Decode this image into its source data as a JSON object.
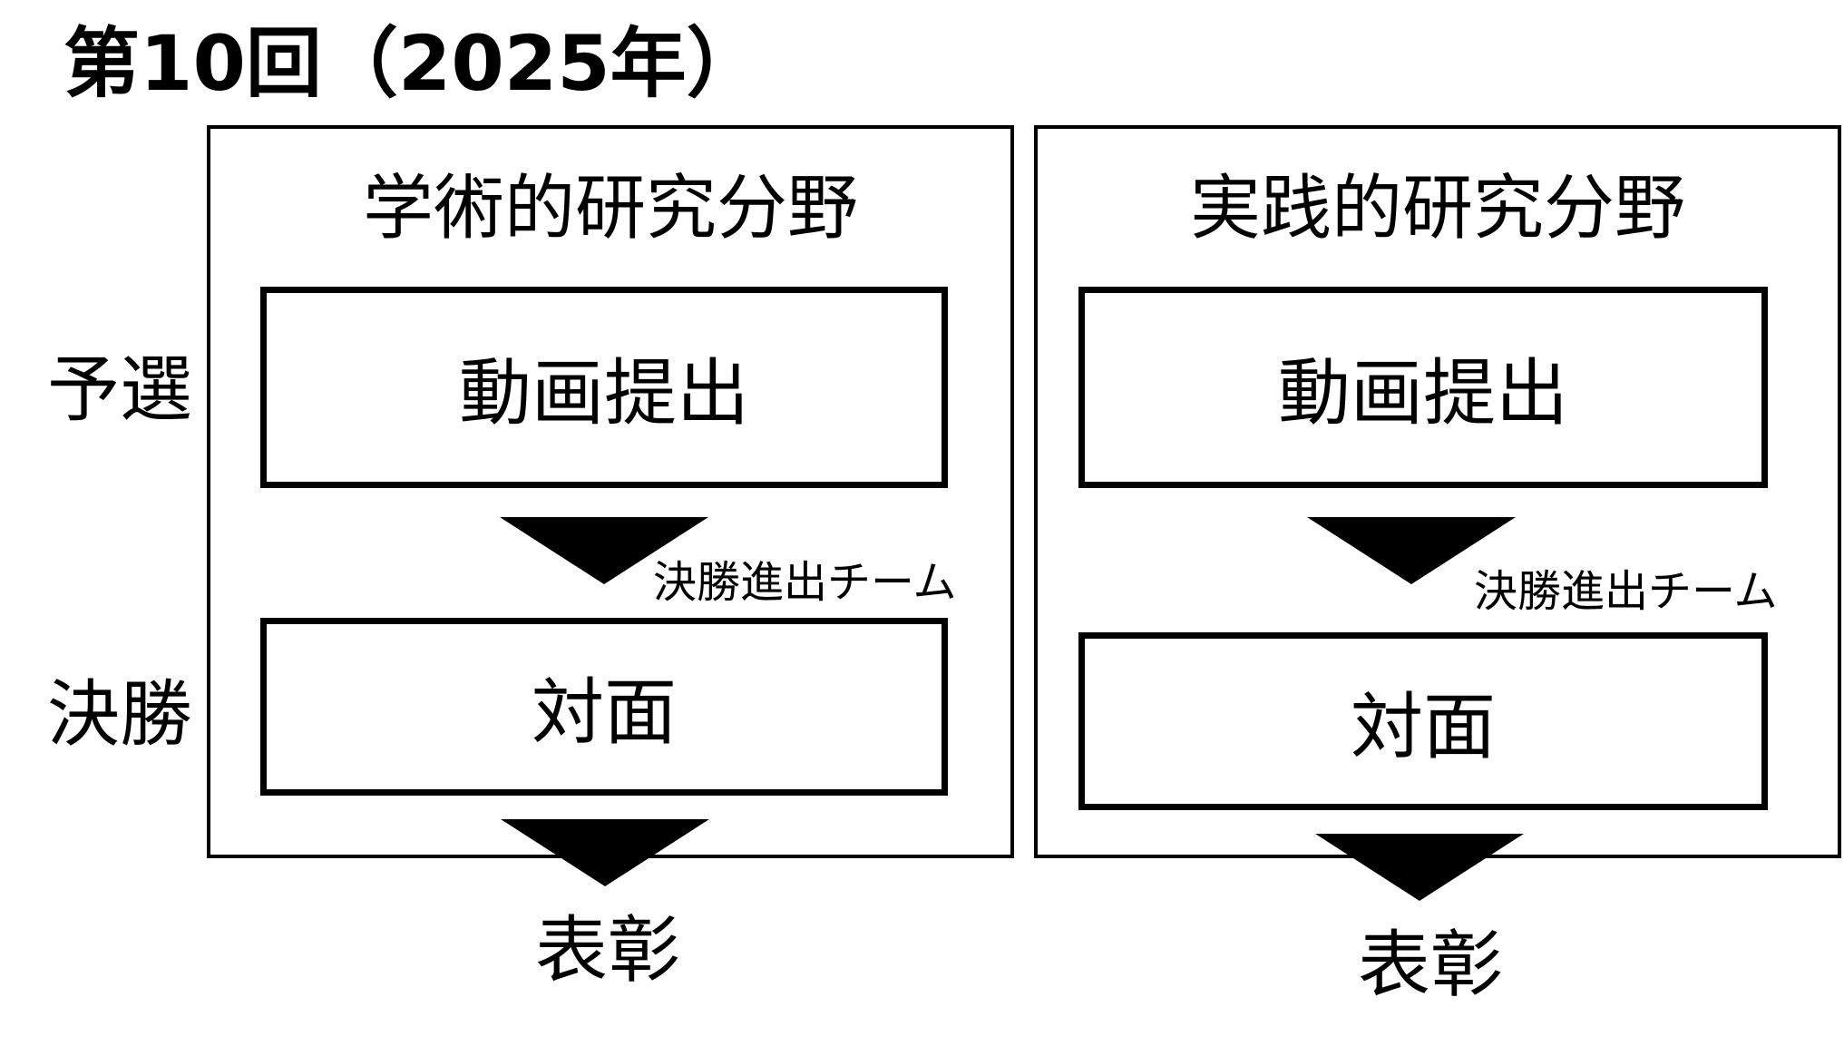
{
  "title": "第10回（2025年）",
  "row_labels": {
    "preliminary": "予選",
    "final": "決勝"
  },
  "tracks": [
    {
      "title": "学術的研究分野",
      "preliminary_stage": "動画提出",
      "advance_label": "決勝進出チーム",
      "final_stage": "対面",
      "award": "表彰"
    },
    {
      "title": "実践的研究分野",
      "preliminary_stage": "動画提出",
      "advance_label": "決勝進出チーム",
      "final_stage": "対面",
      "award": "表彰"
    }
  ]
}
